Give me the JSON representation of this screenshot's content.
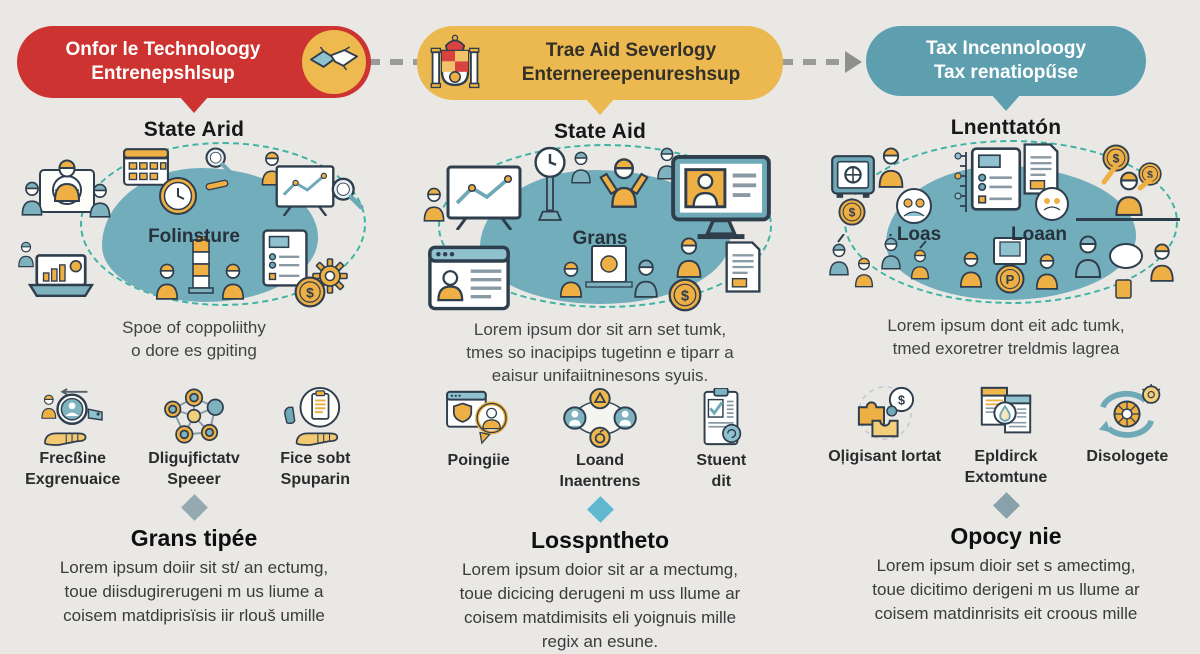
{
  "palette": {
    "background": "#e9e8e5",
    "blob": "#72adbb",
    "dashed_outline": "#3fb3a3",
    "connector": "#9a9a98",
    "red": "#cd3431",
    "yellow": "#ebb950",
    "teal": "#5d9fae"
  },
  "connectors": [
    {
      "style": "dashed",
      "arrow": false
    },
    {
      "style": "dashed",
      "arrow": true
    }
  ],
  "columns": [
    {
      "accent": "#cd3431",
      "diamond_color": "#95aab0",
      "bubble": {
        "bg": "#cd3431",
        "text_color": "#ffffff",
        "line1": "Onfor le Technoloogy",
        "line2": "Entrenepshlsup",
        "icon": "handshake-icon",
        "icon_bg": "#eeb94f",
        "icon_side": "right"
      },
      "title": "State Arid",
      "illustration": {
        "label1": "Folinsture",
        "label2": "",
        "icons": [
          "team-presentation-icon",
          "calendar-clock-icon",
          "analyst-chart-icon",
          "laptop-chart-icon",
          "construction-team-icon",
          "document-gear-icon"
        ]
      },
      "desc": {
        "line1": "Spoe of coppoliithy",
        "line2": "o dore es gpiting",
        "line3": ""
      },
      "features": [
        {
          "icon": "hand-profile-icon",
          "line1": "Frecßine",
          "line2": "Exgrenuaice"
        },
        {
          "icon": "network-icon",
          "line1": "Dligujfictatv",
          "line2": "Speeer"
        },
        {
          "icon": "hand-clipboard-icon",
          "line1": "Fice sobt",
          "line2": "Spuparin"
        }
      ],
      "section": {
        "title": "Grans tipée",
        "line1": "Lorem ipsum doiir sit st/ an ectumg,",
        "line2": "toue diisdugirerugeni m us liume a",
        "line3": "coisem matdiprisïsis iir rlouš umille",
        "line4": ""
      }
    },
    {
      "accent": "#ebb950",
      "diamond_color": "#5fb8d0",
      "bubble": {
        "bg": "#ebb950",
        "text_color": "#33302a",
        "line1": "Trae Aid Severlogy",
        "line2": "Enternereepenureshsup",
        "icon": "spain-coat-of-arms-icon",
        "icon_bg": "",
        "icon_side": "left"
      },
      "title": "State Aid",
      "illustration": {
        "label1": "Grans",
        "label2": "",
        "icons": [
          "presenter-chart-icon",
          "street-clock-icon",
          "celebration-team-icon",
          "video-call-monitor-icon",
          "browser-profile-icon",
          "workshop-pair-icon",
          "funding-person-icon"
        ]
      },
      "desc": {
        "line1": "Lorem ipsum dor sit arn set tumk,",
        "line2": "tmes so inacipips tugetinn e tiparr a",
        "line3": "eaisur unifaiitninesons syuis."
      },
      "features": [
        {
          "icon": "browser-shield-icon",
          "line1": "Poingiie",
          "line2": ""
        },
        {
          "icon": "team-network-icon",
          "line1": "Loand",
          "line2": "Inaentrens"
        },
        {
          "icon": "checklist-check-icon",
          "line1": "Stuent",
          "line2": "dit"
        }
      ],
      "section": {
        "title": "Losspntheto",
        "line1": "Lorem ipsum doior sit ar a mectumg,",
        "line2": "toue dicicing derugeni m uss llume ar",
        "line3": "coisem matdimisits eli yoignuis mille",
        "line4": "regix an esune."
      }
    },
    {
      "accent": "#5d9fae",
      "diamond_color": "#87a2aa",
      "bubble": {
        "bg": "#5d9fae",
        "text_color": "#ffffff",
        "line1": "Tax Incennoloogy",
        "line2": "Tax renatiopűse",
        "icon": "",
        "icon_bg": "",
        "icon_side": "none"
      },
      "title": "Lnenttatón",
      "illustration": {
        "label1": "Loas",
        "label2": "Loaan",
        "icons": [
          "safe-savings-icon",
          "loan-checklist-icon",
          "reaching-coins-icon",
          "celebrating-group-icon",
          "award-pair-icon",
          "helping-pair-icon"
        ]
      },
      "desc": {
        "line1": "Lorem ipsum dont eit adc tumk,",
        "line2": "tmed exoretrer treldmis lagrea",
        "line3": ""
      },
      "features": [
        {
          "icon": "puzzle-finance-icon",
          "line1": "Oļigisant Iortat",
          "line2": ""
        },
        {
          "icon": "document-droplet-icon",
          "line1": "Epldirck",
          "line2": "Extomtune"
        },
        {
          "icon": "cycle-bulb-icon",
          "line1": "Disologete",
          "line2": ""
        }
      ],
      "section": {
        "title": "Opocy nie",
        "line1": "Lorem ipsum dioir set s amectimg,",
        "line2": "toue dicitimo derigeni m us llume ar",
        "line3": "coisem matdinrisits eit croous mille",
        "line4": ""
      }
    }
  ]
}
